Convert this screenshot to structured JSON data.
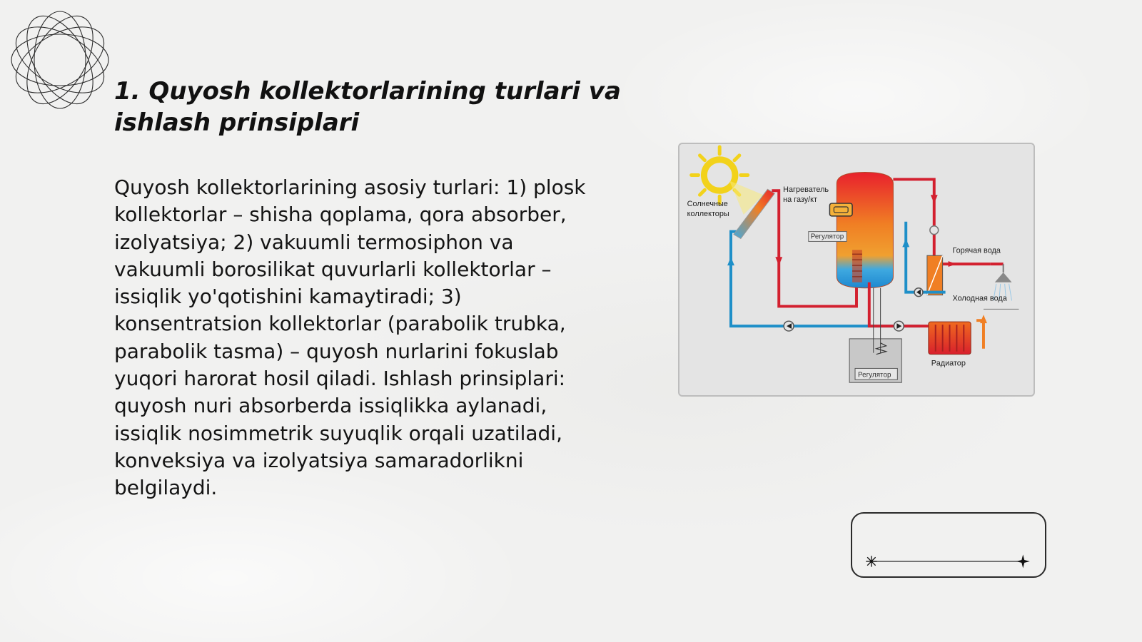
{
  "slide": {
    "title": "1. Quyosh kollektorlarining turlari va ishlash prinsiplari",
    "body": "Quyosh kollektorlarining asosiy turlari: 1) plosk kollektorlar – shisha qoplama, qora absorber, izolyatsiya; 2) vakuumli termosiphon va vakuumli borosilikat quvurlarli kollektorlar – issiqlik yo'qotishini kamaytiradi; 3) konsentratsion kollektorlar (parabolik trubka, parabolik tasma) – quyosh nurlarini fokuslab yuqori harorat hosil qiladi. Ishlash prinsiplari: quyosh nuri absorberda issiqlikka aylanadi, issiqlik nosimmetrik suyuqlik orqali uzatiladi, konveksiya va izolyatsiya samaradorlikni belgilaydi."
  },
  "diagram": {
    "labels": {
      "collectors_line1": "Солнечные",
      "collectors_line2": "коллекторы",
      "heater_line1": "Нагреватель",
      "heater_line2": "на газу/кт",
      "regulator_top": "Регулятор",
      "hot_water": "Горячая вода",
      "cold_water": "Холодная вода",
      "regulator_bottom": "Регулятор",
      "radiator": "Радиатор"
    },
    "colors": {
      "hot_pipe": "#d3202f",
      "cold_pipe": "#1e8fc8",
      "sun": "#f2d21b"
    }
  },
  "icons": {
    "ornament": "interlaced-circles-icon",
    "callout_start": "starburst-icon",
    "callout_end": "sparkle-icon"
  }
}
